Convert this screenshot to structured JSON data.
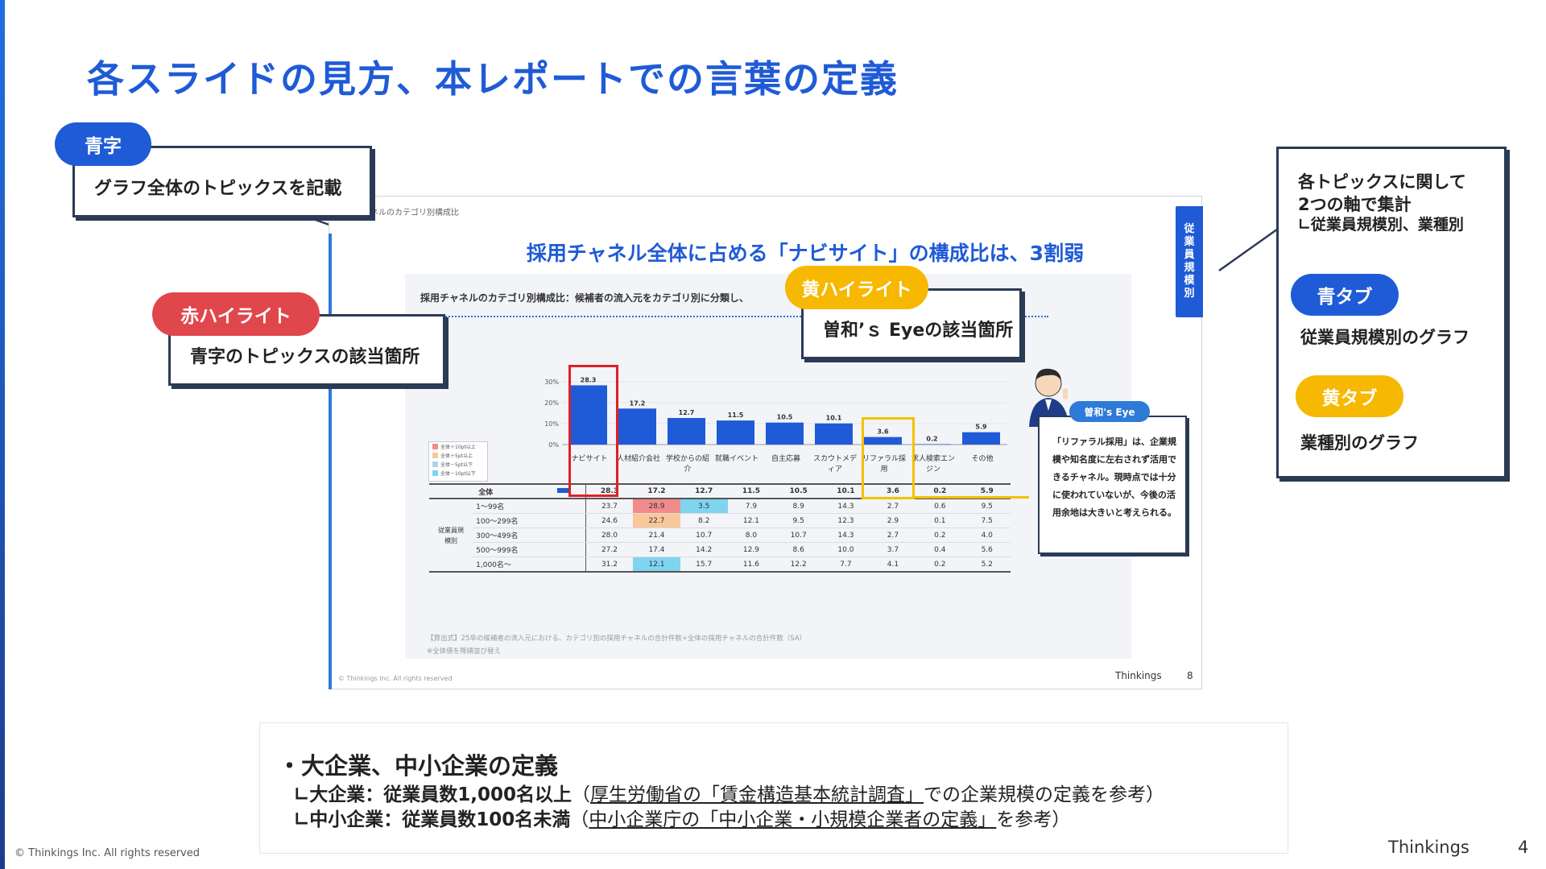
{
  "page": {
    "title": "各スライドの見方、本レポートでの言葉の定義",
    "footer_copyright": "© Thinkings Inc. All rights reserved",
    "footer_brand": "Thinkings",
    "footer_page": "4"
  },
  "callouts": {
    "blue_text": {
      "tag": "青字",
      "desc": "グラフ全体のトピックスを記載"
    },
    "red_highlight": {
      "tag": "赤ハイライト",
      "desc": "青字のトピックスの該当箇所"
    },
    "yellow_highlight": {
      "tag": "黄ハイライト",
      "desc": "曽和’ｓ Eyeの該当箇所"
    }
  },
  "info_panel": {
    "line1": "各トピックスに関して",
    "line2": "2つの軸で集計",
    "line3": "∟従業員規模別、業種別",
    "blue_tab": {
      "label": "青タブ",
      "desc": "従業員規模別のグラフ"
    },
    "yellow_tab": {
      "label": "黄タブ",
      "desc": "業種別のグラフ"
    }
  },
  "slide": {
    "small_label": "ネルのカテゴリ別構成比",
    "headline": "採用チャネル全体に占める「ナビサイト」の構成比は、3割弱",
    "panel_title": "採用チャネルのカテゴリ別構成比：候補者の流入元をカテゴリ別に分類し、",
    "vertical_tab": [
      "従",
      "業",
      "員",
      "規",
      "模",
      "別"
    ],
    "legend": [
      "全体＋10pt以上",
      "全体＋5pt以上",
      "全体－5pt以下",
      "全体－10pt以下"
    ],
    "legend_colors": [
      "#f28b8b",
      "#f8c79a",
      "#a9d8f2",
      "#7fd4f0"
    ],
    "calc_note": "【算出式】25卒の候補者の流入元における、カテゴリ別の採用チャネルの合計件数÷全体の採用チャネルの合計件数（SA）",
    "calc_note2": "※全体値を降順並び替え",
    "footer_copyright": "© Thinkings Inc. All rights reserved",
    "footer_brand": "Thinkings",
    "footer_page": "8",
    "eye_tag": "曽和's Eye",
    "eye_text": "「リファラル採用」は、企業規模や知名度に左右されず活用できるチャネル。現時点では十分に使われていないが、今後の活用余地は大きいと考えられる。"
  },
  "chart_data": {
    "type": "bar",
    "categories": [
      "ナビサイト",
      "人材紹介会社",
      "学校からの紹介",
      "就職イベント",
      "自主応募",
      "スカウトメディア",
      "リファラル採用",
      "求人検索エンジン",
      "その他"
    ],
    "series": [
      {
        "values": [
          28.3,
          17.2,
          12.7,
          11.5,
          10.5,
          10.1,
          3.6,
          0.2,
          5.9
        ]
      }
    ],
    "yticks": [
      "30%",
      "20%",
      "10%",
      "0%"
    ],
    "ylim": [
      0,
      30
    ],
    "bar_color": "#1f5bd6"
  },
  "table": {
    "group_label": "従業員規模別",
    "total_label": "全体",
    "total": [
      "28.3",
      "17.2",
      "12.7",
      "11.5",
      "10.5",
      "10.1",
      "3.6",
      "0.2",
      "5.9"
    ],
    "rows": [
      {
        "label": "1～99名",
        "cells": [
          "23.7",
          "28.9",
          "3.5",
          "7.9",
          "8.9",
          "14.3",
          "2.7",
          "0.6",
          "9.5"
        ]
      },
      {
        "label": "100～299名",
        "cells": [
          "24.6",
          "22.7",
          "8.2",
          "12.1",
          "9.5",
          "12.3",
          "2.9",
          "0.1",
          "7.5"
        ]
      },
      {
        "label": "300～499名",
        "cells": [
          "28.0",
          "21.4",
          "10.7",
          "8.0",
          "10.7",
          "14.3",
          "2.7",
          "0.2",
          "4.0"
        ]
      },
      {
        "label": "500～999名",
        "cells": [
          "27.2",
          "17.4",
          "14.2",
          "12.9",
          "8.6",
          "10.0",
          "3.7",
          "0.4",
          "5.6"
        ]
      },
      {
        "label": "1,000名～",
        "cells": [
          "31.2",
          "12.1",
          "15.7",
          "11.6",
          "12.2",
          "7.7",
          "4.1",
          "0.2",
          "5.2"
        ]
      }
    ],
    "highlights": [
      {
        "row": 0,
        "col": 1,
        "color": "#f28b8b"
      },
      {
        "row": 0,
        "col": 2,
        "color": "#7fd4f0"
      },
      {
        "row": 1,
        "col": 1,
        "color": "#f8c79a"
      },
      {
        "row": 4,
        "col": 1,
        "color": "#7fd4f0"
      }
    ]
  },
  "definitions": {
    "title": "・大企業、中小企業の定義",
    "large_label": "∟大企業：従業員数1,000名以上",
    "large_paren_open": "（",
    "large_link": "厚生労働省の「賃金構造基本統計調査」",
    "large_rest": "での企業規模の定義を参考）",
    "small_label": "∟中小企業：従業員数100名未満",
    "small_paren_open": "（",
    "small_link": "中小企業庁の「中小企業・小規模企業者の定義」",
    "small_rest": "を参考）"
  }
}
